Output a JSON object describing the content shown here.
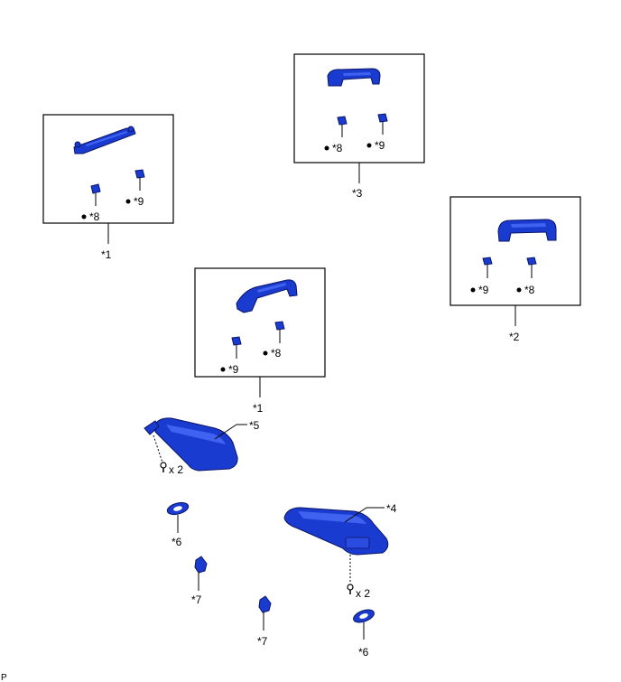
{
  "labels": {
    "group_a_callout": "*1",
    "group_a_clip1": "*8",
    "group_a_clip2": "*9",
    "group_b_callout": "*3",
    "group_b_clip1": "*8",
    "group_b_clip2": "*9",
    "group_c_callout": "*2",
    "group_c_clip1": "*9",
    "group_c_clip2": "*8",
    "group_d_callout": "*1",
    "group_d_clip1": "*9",
    "group_d_clip2": "*8",
    "visor_left_callout": "*5",
    "visor_left_screw_qty": "x 2",
    "holder_left_callout": "*6",
    "hook_left_callout": "*7",
    "visor_right_callout": "*4",
    "visor_right_screw_qty": "x 2",
    "hook_right_callout": "*7",
    "holder_right_callout": "*6",
    "corner_mark": "P"
  },
  "colors": {
    "part_fill": "#1a3bd0",
    "part_stroke": "#0a1466",
    "line": "#000000"
  }
}
